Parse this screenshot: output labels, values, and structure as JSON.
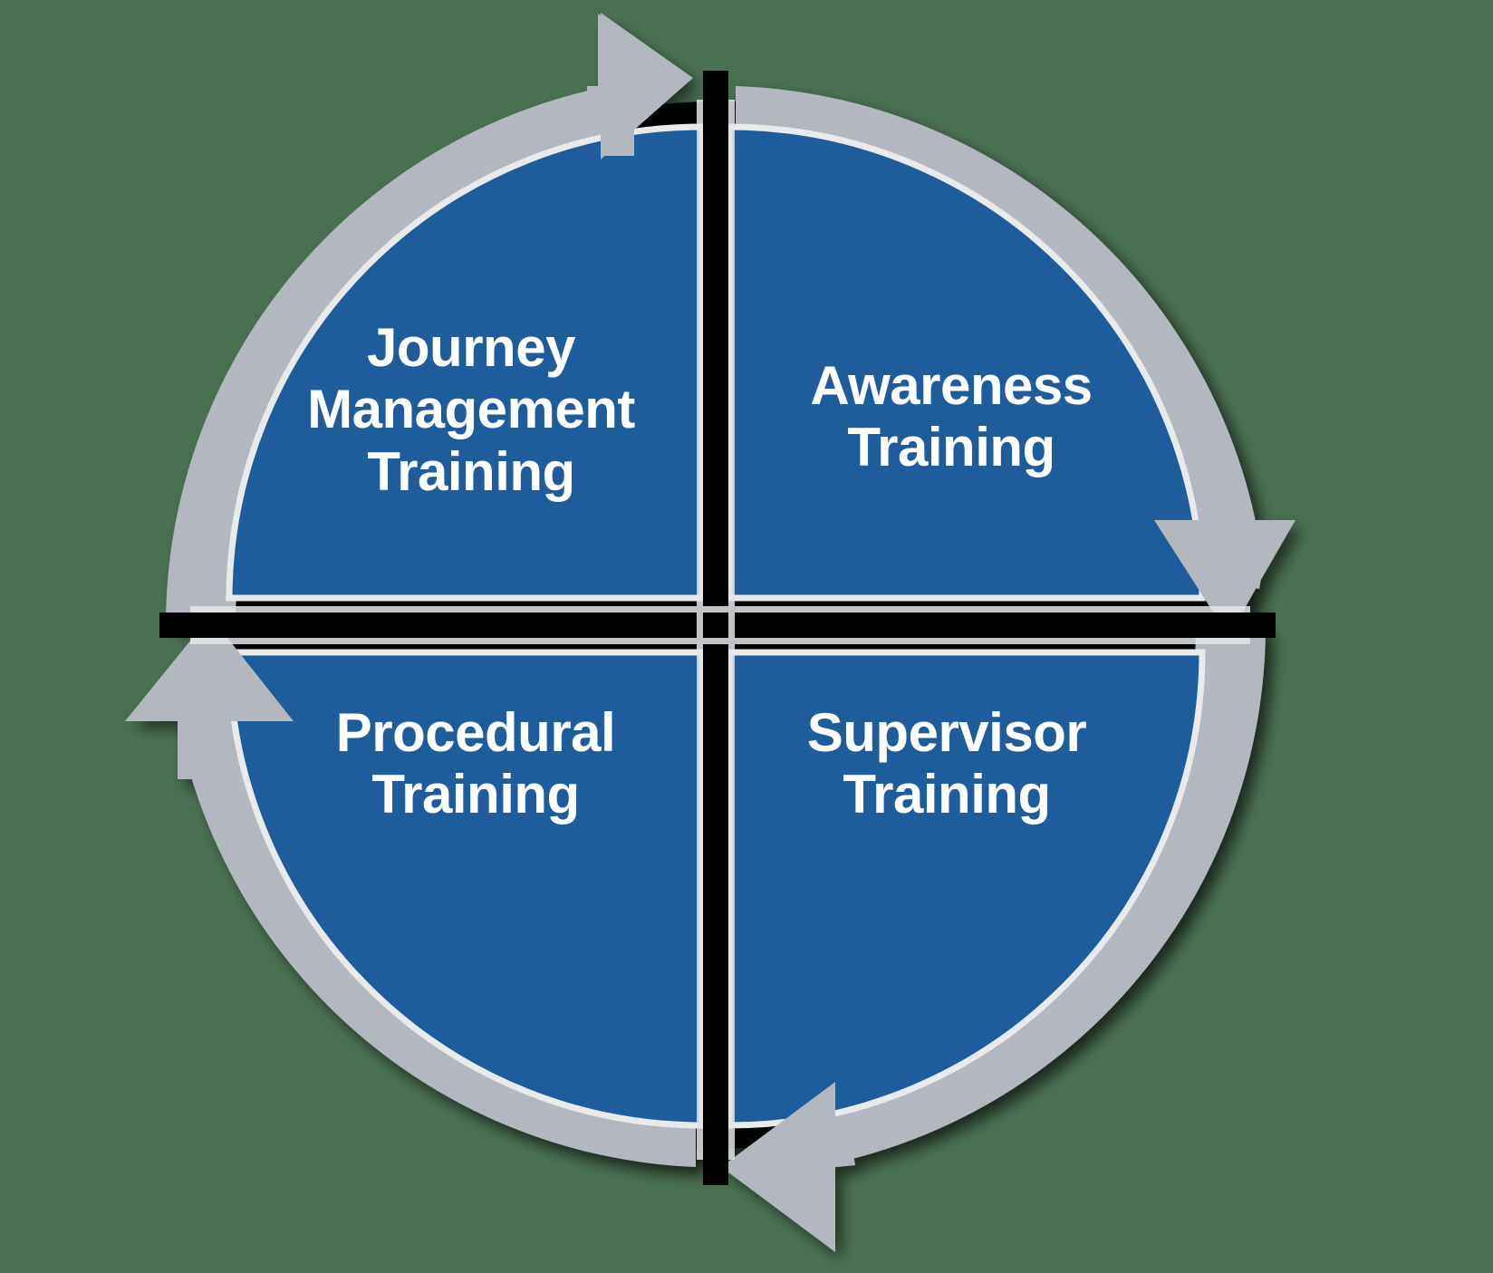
{
  "diagram": {
    "type": "cyclical-quadrant-diagram",
    "title": "",
    "background_color": "#4a7052",
    "segment_color": "#1f5c9c",
    "arrow_color": "#b3b8c0",
    "divider_color": "#000000",
    "label_color": "#ffffff",
    "direction": "clockwise",
    "segments": [
      {
        "id": "journey-management-training",
        "position": "top-left",
        "label": "Journey\nManagement\nTraining",
        "order": 1
      },
      {
        "id": "awareness-training",
        "position": "top-right",
        "label": "Awareness\nTraining",
        "order": 2
      },
      {
        "id": "supervisor-training",
        "position": "bottom-right",
        "label": "Supervisor\nTraining",
        "order": 3
      },
      {
        "id": "procedural-training",
        "position": "bottom-left",
        "label": "Procedural\nTraining",
        "order": 4
      }
    ],
    "arrows": [
      {
        "id": "arrow-top",
        "from": "journey-management-training",
        "to": "awareness-training",
        "points": "right"
      },
      {
        "id": "arrow-right",
        "from": "awareness-training",
        "to": "supervisor-training",
        "points": "down"
      },
      {
        "id": "arrow-bottom",
        "from": "supervisor-training",
        "to": "procedural-training",
        "points": "left"
      },
      {
        "id": "arrow-left",
        "from": "procedural-training",
        "to": "journey-management-training",
        "points": "up"
      }
    ]
  }
}
